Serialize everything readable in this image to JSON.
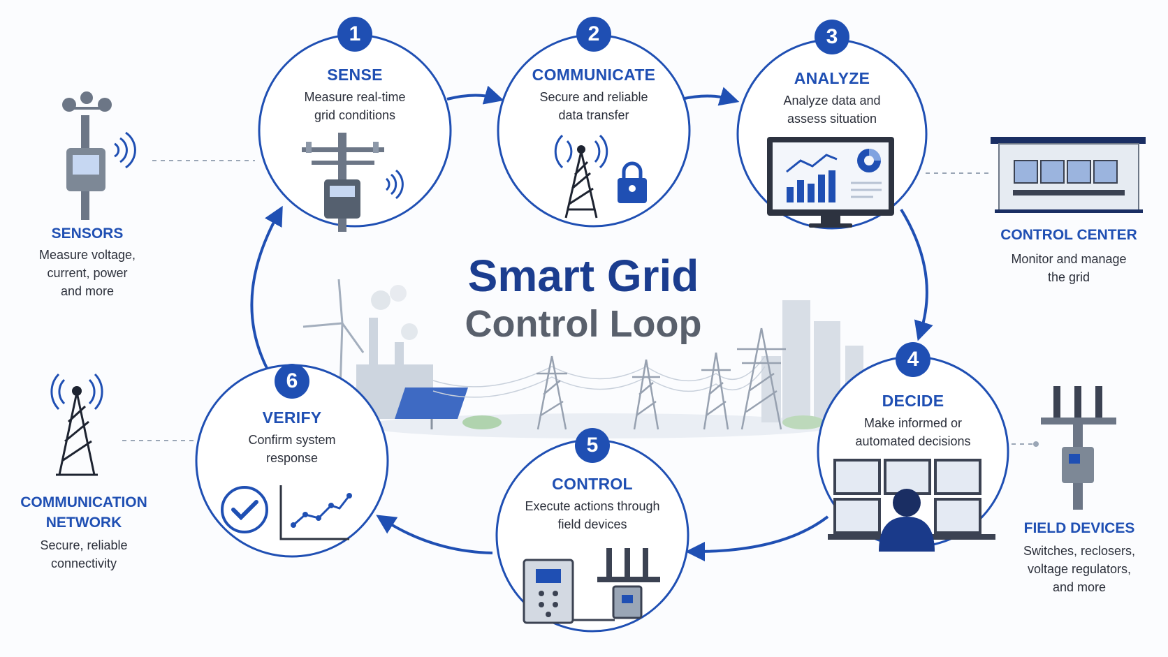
{
  "title": {
    "line1": "Smart Grid",
    "line2": "Control Loop"
  },
  "colors": {
    "accent": "#1f4fb3",
    "dark": "#1b3d8f",
    "text": "#2b2f3a",
    "muted": "#59606c"
  },
  "steps": [
    {
      "num": "1",
      "title": "SENSE",
      "desc1": "Measure real-time",
      "desc2": "grid conditions",
      "icon": "utility-pole-sensor-icon"
    },
    {
      "num": "2",
      "title": "COMMUNICATE",
      "desc1": "Secure and reliable",
      "desc2": "data transfer",
      "icon": "radio-tower-lock-icon"
    },
    {
      "num": "3",
      "title": "ANALYZE",
      "desc1": "Analyze data and",
      "desc2": "assess situation",
      "icon": "monitor-chart-icon"
    },
    {
      "num": "4",
      "title": "DECIDE",
      "desc1": "Make informed or",
      "desc2": "automated decisions",
      "icon": "operator-workstation-icon"
    },
    {
      "num": "5",
      "title": "CONTROL",
      "desc1": "Execute actions through",
      "desc2": "field devices",
      "icon": "switchgear-icon"
    },
    {
      "num": "6",
      "title": "VERIFY",
      "desc1": "Confirm system",
      "desc2": "response",
      "icon": "check-trend-icon"
    }
  ],
  "sides": {
    "sensors": {
      "title": "SENSORS",
      "desc1": "Measure voltage,",
      "desc2": "current, power",
      "desc3": "and more"
    },
    "network": {
      "title1": "COMMUNICATION",
      "title2": "NETWORK",
      "desc1": "Secure, reliable",
      "desc2": "connectivity"
    },
    "control_center": {
      "title": "CONTROL CENTER",
      "desc1": "Monitor and manage",
      "desc2": "the grid"
    },
    "field_devices": {
      "title": "FIELD DEVICES",
      "desc1": "Switches, reclosers,",
      "desc2": "voltage regulators,",
      "desc3": "and more"
    }
  }
}
